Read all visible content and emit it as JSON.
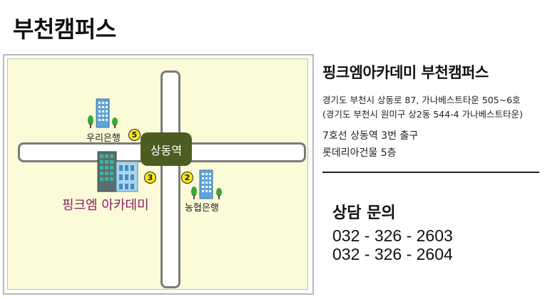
{
  "page": {
    "title": "부천캠퍼스"
  },
  "map": {
    "station_label": "상동역",
    "woori_label": "우리은행",
    "nonghyup_label": "농협은행",
    "academy_label": "핑크엠 아카데미",
    "badges": {
      "woori": "5",
      "academy": "3",
      "nonghyup": "2"
    },
    "colors": {
      "station": "#4c5d22",
      "badge": "#f7e71a",
      "academy_label": "#8b1a6c",
      "background": "#fbfbd8"
    },
    "icons": [
      "building-icon",
      "tree-icon"
    ]
  },
  "info": {
    "name": "핑크엠아카데미 부천캠퍼스",
    "address_line1": "경기도 부천시 상동로 87, 가나베스트타운 505~6호",
    "address_line2": "(경기도 부천시 원미구 상2동 544-4 가나베스트타운)",
    "transit_line1": "7호선 상동역 3번 출구",
    "transit_line2": "롯데리아건물 5층"
  },
  "contact": {
    "title": "상담 문의",
    "phones": [
      "032 - 326 - 2603",
      "032 - 326 - 2604"
    ]
  }
}
